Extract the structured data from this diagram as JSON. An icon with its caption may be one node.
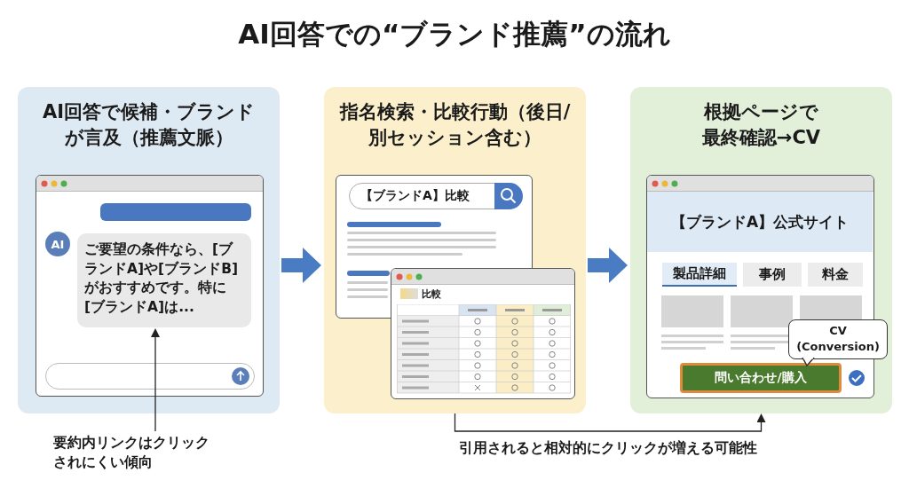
{
  "diagram": {
    "title": "AI回答での“ブランド推薦”の流れ",
    "nodes": [
      {
        "text": [
          "AI回答で候補・ブランドが言及（推薦文脈）"
        ]
      },
      {
        "text": [],
        "shape": "box",
        "in": 0
      },
      {
        "text": [],
        "shape": "box",
        "in": 1
      },
      {
        "text": [
          "AI"
        ],
        "in": 1
      },
      {
        "text": [
          "ご要望の条件なら、[ブランドA]や[ブランドB]がおすすめです。特に[ブランドA]は..."
        ],
        "in": 1
      },
      {
        "text": [
          "指名検索・比較行動（後日/別セッション含む）"
        ]
      },
      {
        "text": [],
        "shape": "box",
        "in": 5
      },
      {
        "text": [
          "【ブランドA】比較"
        ],
        "in": 6
      },
      {
        "text": [
          "比較"
        ],
        "in": 5
      },
      {
        "text": [
          "根拠ページで最終確認→CV"
        ]
      },
      {
        "text": [],
        "shape": "box",
        "in": 9
      },
      {
        "text": [
          "【ブランドA】公式サイト"
        ],
        "in": 10
      },
      {
        "text": [
          "製品詳細"
        ],
        "in": 10
      },
      {
        "text": [
          "事例"
        ],
        "in": 10
      },
      {
        "text": [
          "料金"
        ],
        "in": 10
      },
      {
        "text": [
          "CV (Conversion)"
        ],
        "in": 9
      },
      {
        "text": [
          "問い合わせ/購入"
        ],
        "in": 10
      },
      {
        "text": [
          "要約内リンクはクリックされにくい傾向"
        ]
      }
    ],
    "edges": [
      {
        "from": 0,
        "to": 5,
        "arrow": "to",
        "style": "thick",
        "color": "#4a7cc4"
      },
      {
        "from": 5,
        "to": 9,
        "arrow": "to",
        "style": "thick",
        "color": "#4a7cc4"
      },
      {
        "from": 17,
        "to": 4,
        "arrow": "to",
        "color": "#222222"
      },
      {
        "from": 5,
        "to": 9,
        "arrow": "to",
        "label": "引用されると相対的にクリックが増える可能性",
        "color": "#222222"
      }
    ]
  }
}
